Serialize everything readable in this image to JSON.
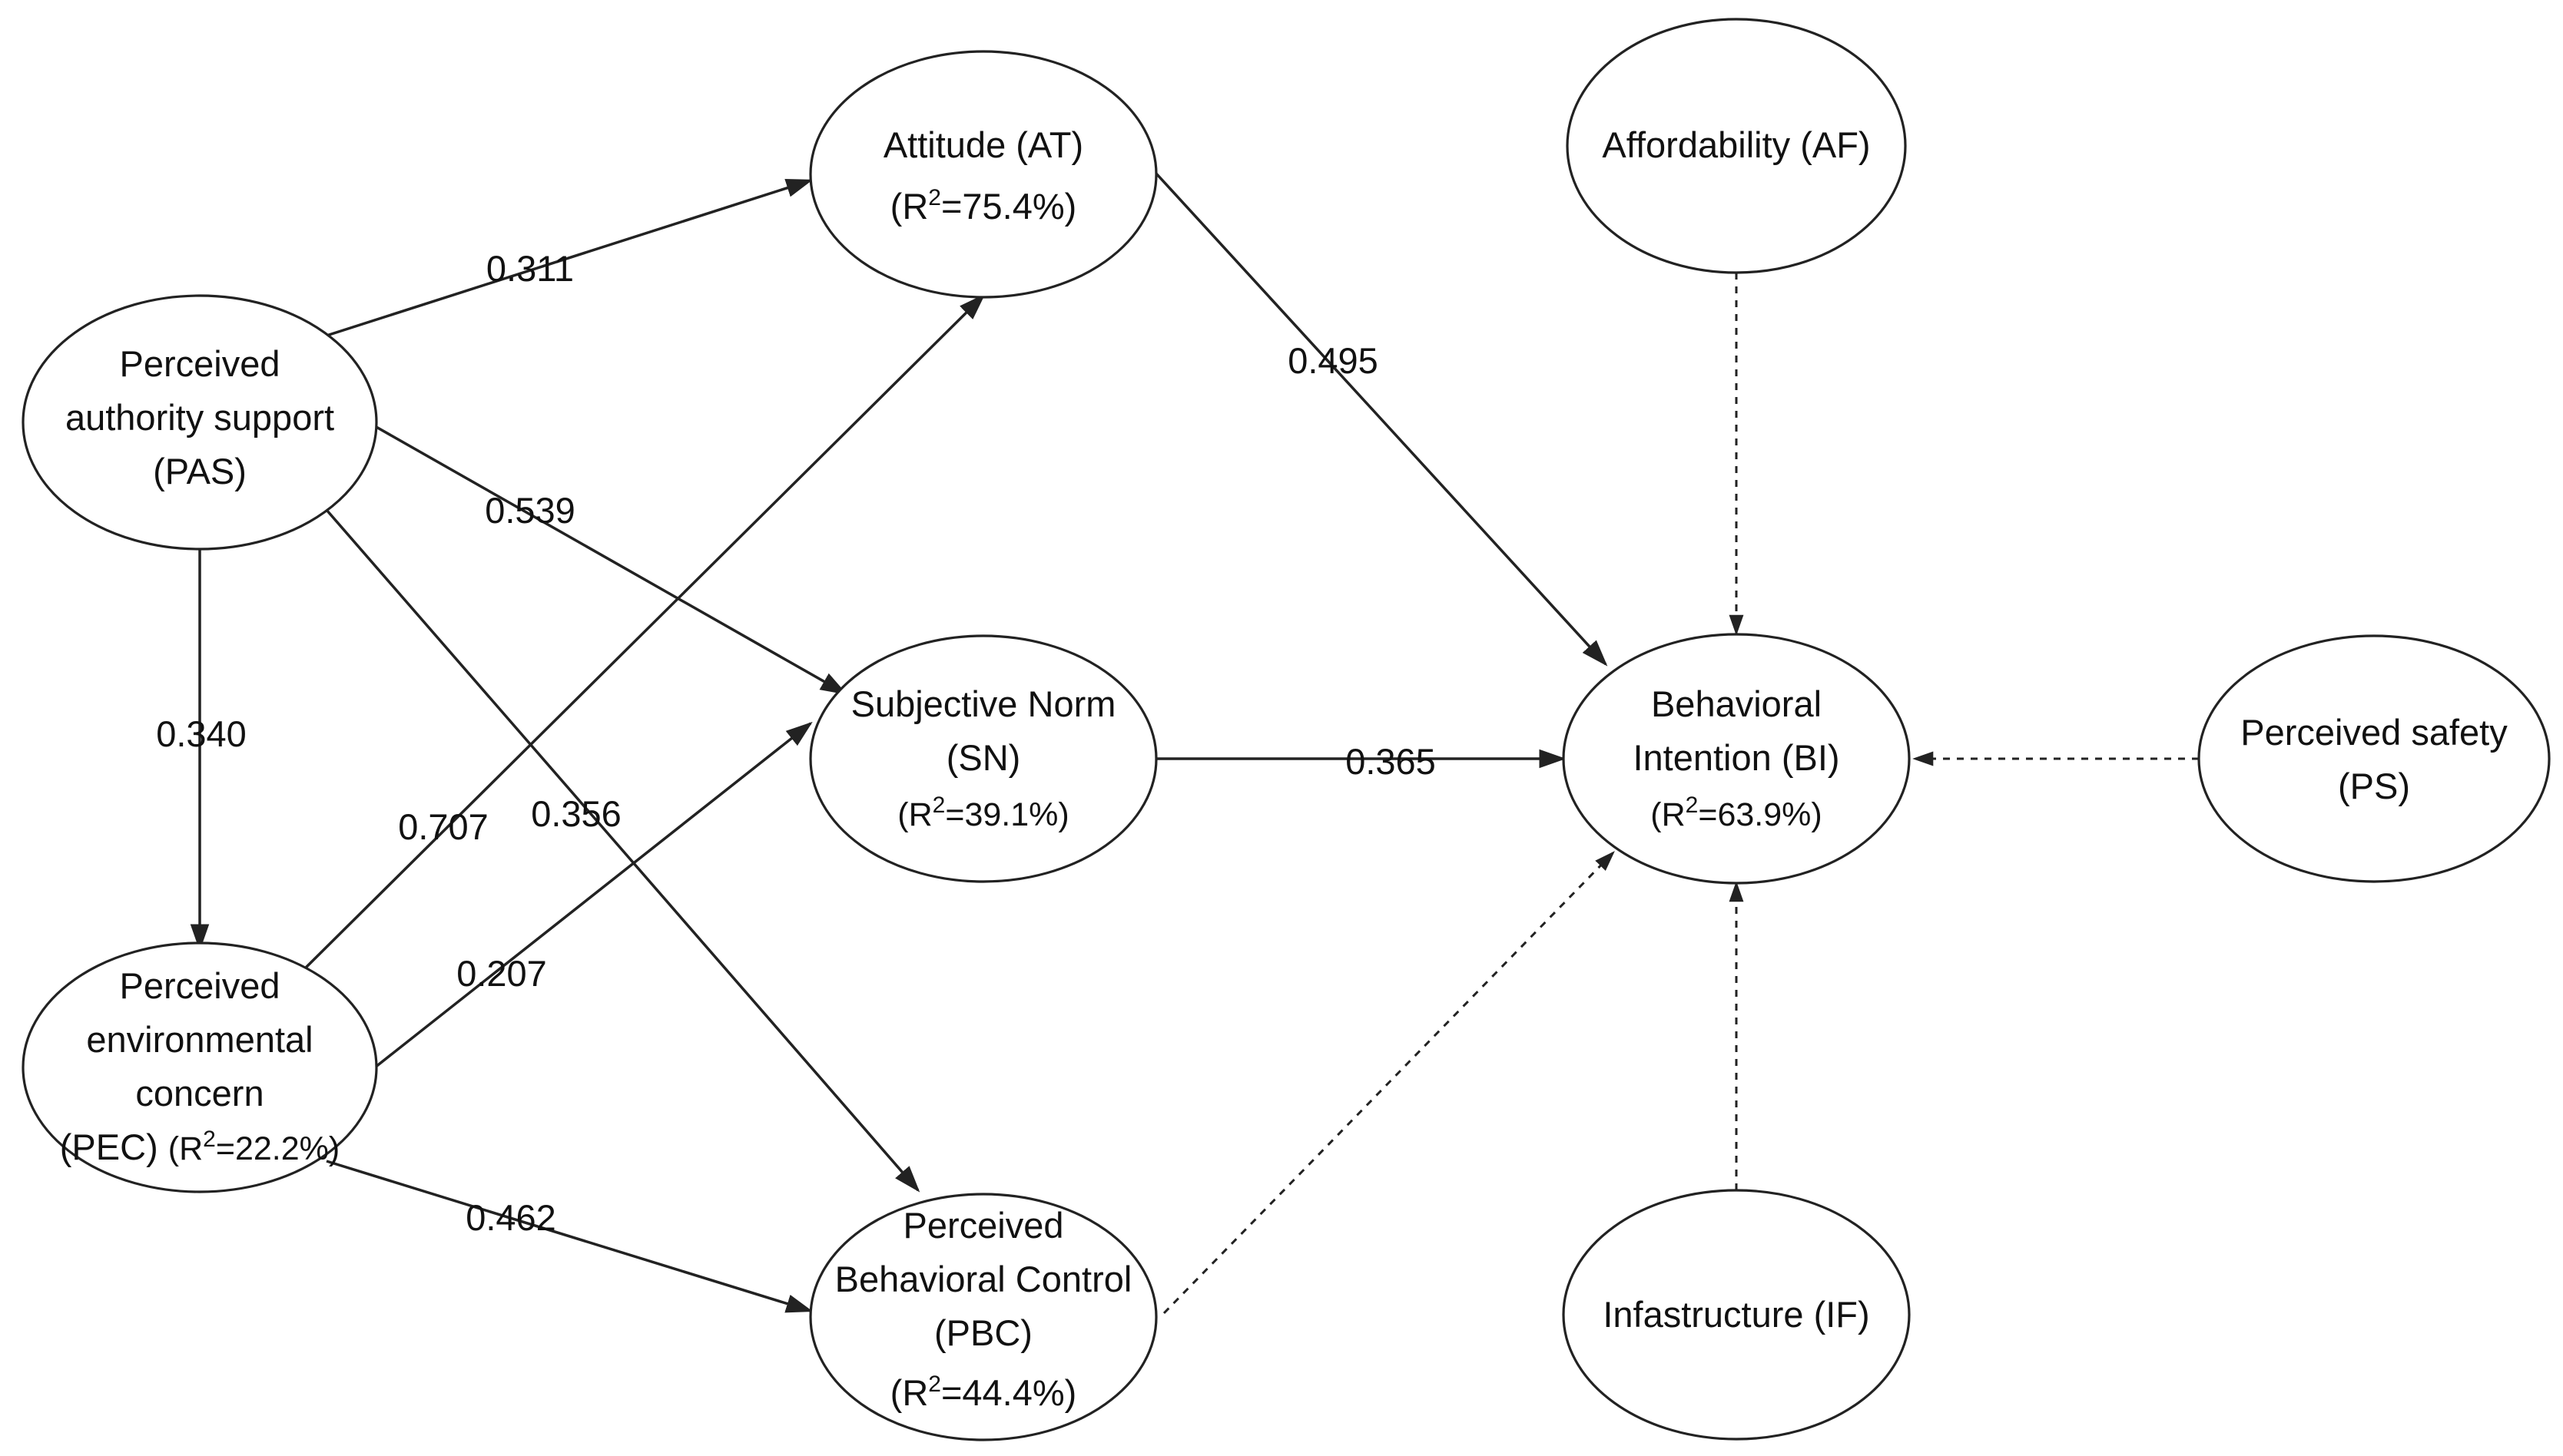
{
  "nodes": {
    "at": {
      "lines": [
        "Attitude (AT)"
      ],
      "r2_prefix": "(R",
      "r2_sup": "2",
      "r2_value": "=75.4%)"
    },
    "af": {
      "lines": [
        "Affordability (AF)"
      ]
    },
    "pas": {
      "lines": [
        "Perceived",
        "authority support",
        "(PAS)"
      ]
    },
    "sn": {
      "lines": [
        "Subjective Norm",
        "(SN)"
      ],
      "r2_prefix": "(R",
      "r2_sup": "2",
      "r2_value": "=39.1%)"
    },
    "bi": {
      "lines": [
        "Behavioral",
        "Intention (BI)"
      ],
      "r2_prefix": "(R",
      "r2_sup": "2",
      "r2_value": "=63.9%)"
    },
    "ps": {
      "lines": [
        "Perceived safety",
        "(PS)"
      ]
    },
    "pec": {
      "lines": [
        "Perceived",
        "environmental",
        "concern"
      ],
      "r2_lead": "(PEC) ",
      "r2_prefix": "(R",
      "r2_sup": "2",
      "r2_value": "=22.2%)"
    },
    "pbc": {
      "lines": [
        "Perceived",
        "Behavioral Control",
        "(PBC)"
      ],
      "r2_prefix": "(R",
      "r2_sup": "2",
      "r2_value": "=44.4%)"
    },
    "if": {
      "lines": [
        "Infastructure (IF)"
      ]
    }
  },
  "edges": {
    "pas_at": {
      "label": "0.311"
    },
    "pas_sn": {
      "label": "0.539"
    },
    "pas_pec": {
      "label": "0.340"
    },
    "pas_pbc": {
      "label": "0.356"
    },
    "pec_at": {
      "label": "0.707"
    },
    "pec_sn": {
      "label": "0.207"
    },
    "pec_pbc": {
      "label": "0.462"
    },
    "at_bi": {
      "label": "0.495"
    },
    "sn_bi": {
      "label": "0.365"
    }
  },
  "colors": {
    "stroke": "#222222",
    "text": "#111111",
    "background": "#ffffff"
  }
}
